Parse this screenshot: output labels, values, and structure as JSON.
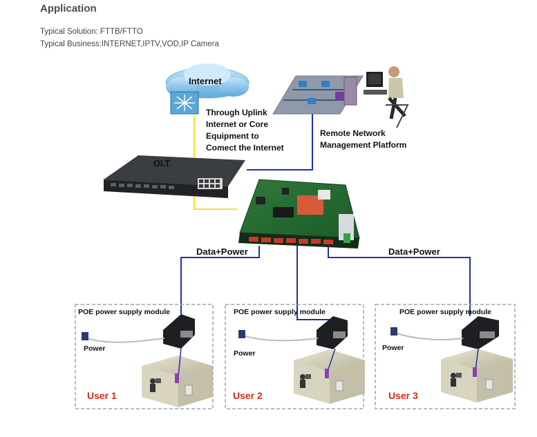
{
  "header": {
    "title": "Application",
    "solution": "Typical Solution: FTTB/FTTO",
    "business": "Typical Business:INTERNET,IPTV,VOD,IP Camera"
  },
  "diagram": {
    "internet": "Internet",
    "uplink_lines": [
      "Through Uplink",
      "Internet or Core",
      "Equipment to",
      "Comect the Internet"
    ],
    "remote_lines": [
      "Remote Network",
      "Management Platform"
    ],
    "olt": "OLT",
    "data_power_left": "Data+Power",
    "data_power_right": "Data+Power",
    "users": [
      {
        "module": "POE power supply module",
        "power": "Power",
        "name": "User 1"
      },
      {
        "module": "POE power supply module",
        "power": "Power",
        "name": "User 2"
      },
      {
        "module": "POE power supply module",
        "power": "Power",
        "name": "User 3"
      }
    ]
  },
  "colors": {
    "link_blue": "#1f2fa8",
    "uplink_yellow": "#f1e23a",
    "user_red": "#d42a1a",
    "box_border": "#9aa6b2",
    "cloud": "#6fb7e6"
  }
}
